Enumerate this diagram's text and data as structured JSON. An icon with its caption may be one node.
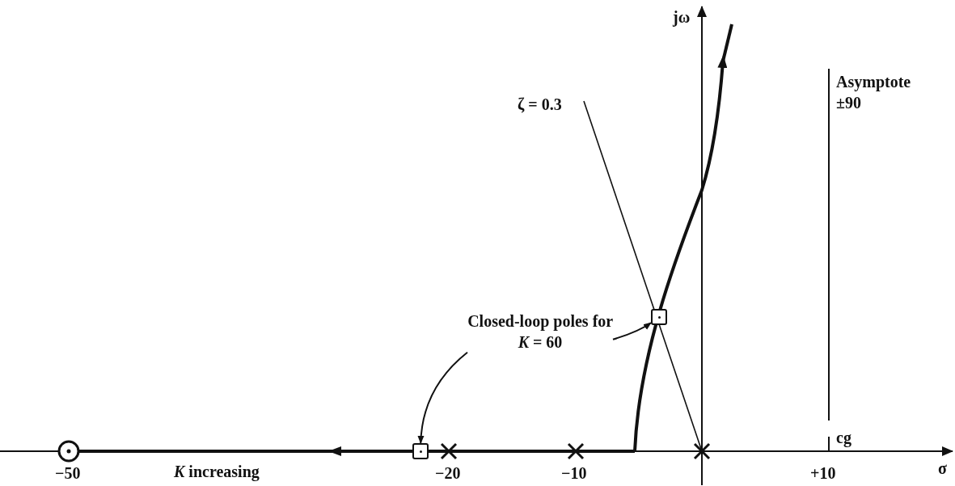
{
  "diagram": {
    "nodes": [
      {
        "text": [
          "Closed-loop poles for *K* = 60"
        ]
      },
      {
        "text": [],
        "shape": "box"
      },
      {
        "text": [],
        "shape": "box"
      }
    ],
    "edges": [
      {
        "from": 0,
        "to": 1,
        "arrow": "to"
      },
      {
        "from": 0,
        "to": 2,
        "arrow": "to"
      }
    ],
    "labels": [
      "jω",
      "ζ = 0.3",
      "Asymptote ±90",
      "cg",
      "−50",
      "*K* increasing",
      "−20",
      "−10",
      "+10",
      "σ"
    ]
  }
}
